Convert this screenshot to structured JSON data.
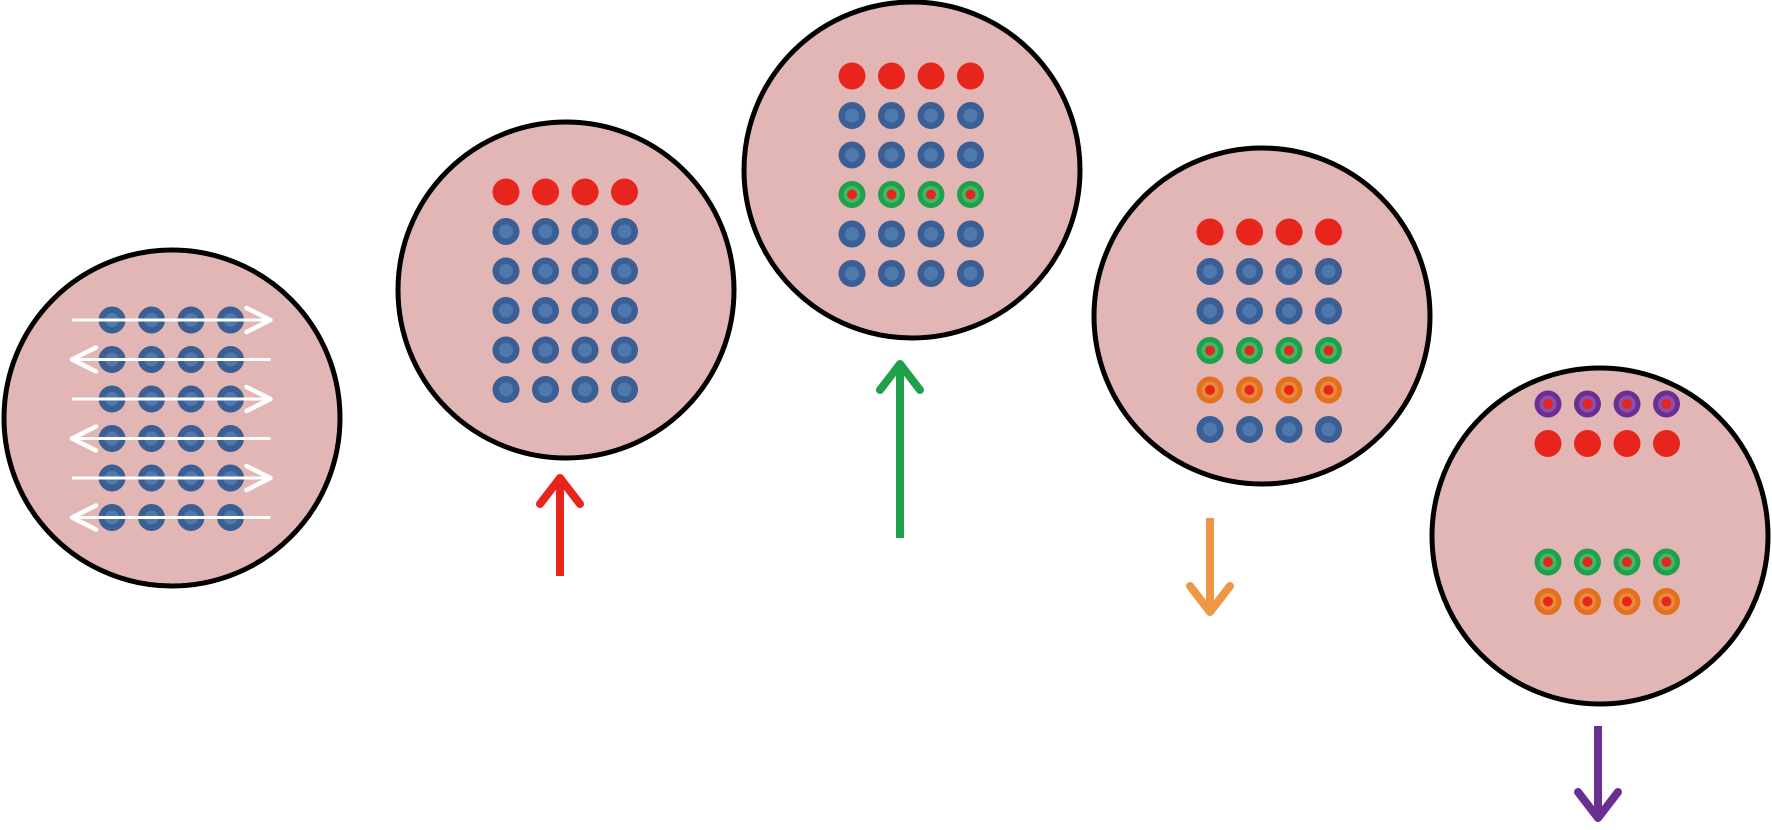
{
  "colors": {
    "background": "#ffffff",
    "well_fill": "#e3b6b6",
    "well_stroke": "#000000",
    "dot_blue_outer": "#3b5f94",
    "dot_blue_inner": "#4f79ad",
    "dot_red": "#e8251d",
    "ring_green": "#1fa04a",
    "ring_orange": "#e2701e",
    "ring_purple": "#6b2f91",
    "ring_center": "#e8251d",
    "scan_arrow": "#ffffff",
    "arrow_red": "#e8251d",
    "arrow_green": "#1fa04a",
    "arrow_orange": "#ee9846",
    "arrow_purple": "#6b2f91"
  },
  "panels": [
    {
      "id": "panel-1",
      "description_rows": [
        "blue",
        "blue",
        "blue",
        "blue",
        "blue",
        "blue"
      ],
      "scan_arrows": [
        "right",
        "left",
        "right",
        "left",
        "right",
        "left"
      ],
      "arrow": null
    },
    {
      "id": "panel-2",
      "description_rows": [
        "red",
        "blue",
        "blue",
        "blue",
        "blue",
        "blue"
      ],
      "scan_arrows": [],
      "arrow": {
        "direction": "up",
        "color": "red",
        "size": "short"
      }
    },
    {
      "id": "panel-3",
      "description_rows": [
        "red",
        "blue",
        "blue",
        "green-ring",
        "blue",
        "blue"
      ],
      "scan_arrows": [],
      "arrow": {
        "direction": "up",
        "color": "green",
        "size": "long"
      }
    },
    {
      "id": "panel-4",
      "description_rows": [
        "red",
        "blue",
        "blue",
        "green-ring",
        "orange-ring",
        "blue"
      ],
      "scan_arrows": [],
      "arrow": {
        "direction": "down",
        "color": "orange",
        "size": "short"
      }
    },
    {
      "id": "panel-5",
      "description_rows": [
        "purple-ring",
        "red",
        "empty",
        "empty",
        "green-ring",
        "orange-ring"
      ],
      "scan_arrows": [],
      "arrow": {
        "direction": "down",
        "color": "purple",
        "size": "short"
      }
    }
  ]
}
